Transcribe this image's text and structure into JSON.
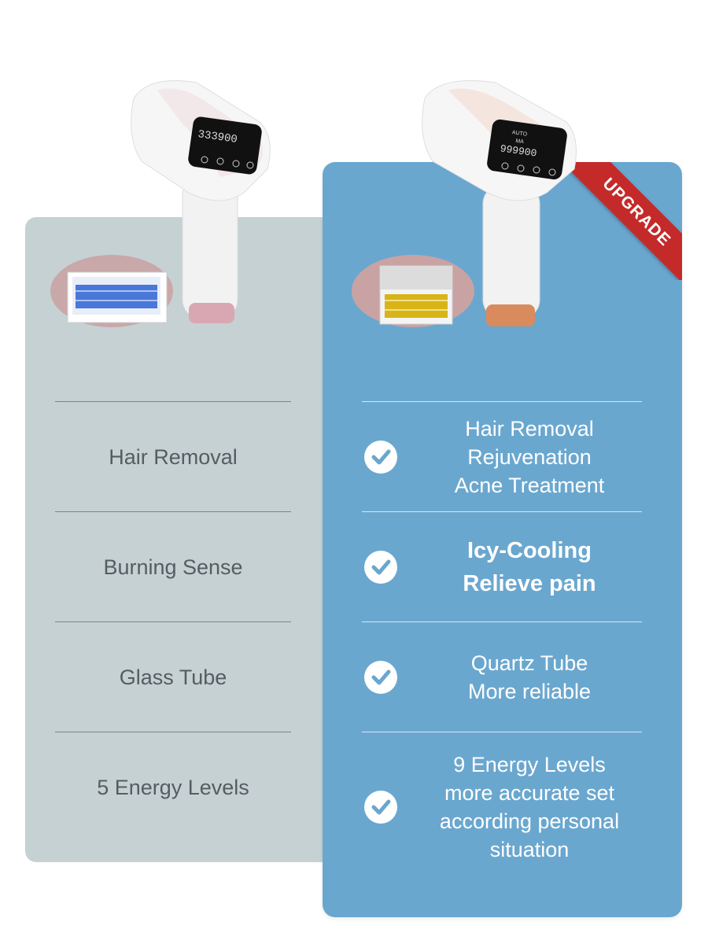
{
  "badge": {
    "label": "UPGRADE"
  },
  "left_column": {
    "features": [
      {
        "lines": [
          "Hair Removal"
        ]
      },
      {
        "lines": [
          "Burning Sense"
        ]
      },
      {
        "lines": [
          "Glass Tube"
        ]
      },
      {
        "lines": [
          "5 Energy Levels"
        ]
      }
    ]
  },
  "right_column": {
    "features": [
      {
        "lines": [
          "Hair Removal",
          "Rejuvenation",
          "Acne Treatment"
        ]
      },
      {
        "lines": [
          "Icy-Cooling",
          "Relieve pain"
        ]
      },
      {
        "lines": [
          "Quartz Tube",
          "More reliable"
        ]
      },
      {
        "lines": [
          "9 Energy Levels",
          "more accurate set",
          "according personal",
          "situation"
        ]
      }
    ]
  },
  "device_left": {
    "display": "333900"
  },
  "device_right": {
    "display": "999900",
    "mode_labels": [
      "AUTO",
      "MA"
    ]
  },
  "colors": {
    "left_panel": "#c6d1d3",
    "right_panel": "#6aa7cf",
    "badge": "#c42a2a",
    "left_text": "#555d61",
    "right_text": "#ffffff",
    "check_icon": "#6aa7cf",
    "glass_tube": "#4a78d8",
    "quartz_tube": "#d8b417",
    "device_trim_left": "#d9a7b1",
    "device_trim_right": "#d98b5e"
  }
}
